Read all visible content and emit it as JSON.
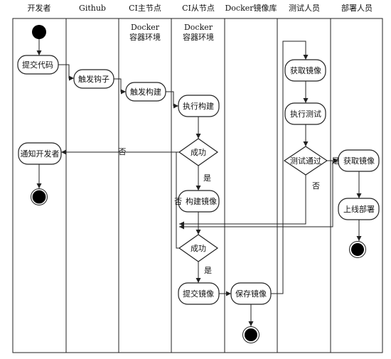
{
  "lanes": [
    {
      "title": "开发者",
      "subtitle": []
    },
    {
      "title": "Github",
      "subtitle": []
    },
    {
      "title": "CI主节点",
      "subtitle": [
        "Docker",
        "容器环境"
      ]
    },
    {
      "title": "CI从节点",
      "subtitle": [
        "Docker",
        "容器环境"
      ]
    },
    {
      "title": "Docker镜像库",
      "subtitle": []
    },
    {
      "title": "测试人员",
      "subtitle": []
    },
    {
      "title": "部署人员",
      "subtitle": []
    }
  ],
  "nodes": {
    "commit": "提交代码",
    "hook": "触发钩子",
    "trigger_build": "触发构建",
    "exec_build": "执行构建",
    "success1": "成功",
    "build_image": "构建镜像",
    "success2": "成功",
    "push_image": "提交镜像",
    "save_image": "保存镜像",
    "test_fetch": "获取镜像",
    "run_test": "执行测试",
    "test_pass": "测试通过",
    "deploy_fetch": "获取镜像",
    "go_live": "上线部署",
    "notify": "通知开发者"
  },
  "edge_labels": {
    "yes": "是",
    "no": "否"
  }
}
